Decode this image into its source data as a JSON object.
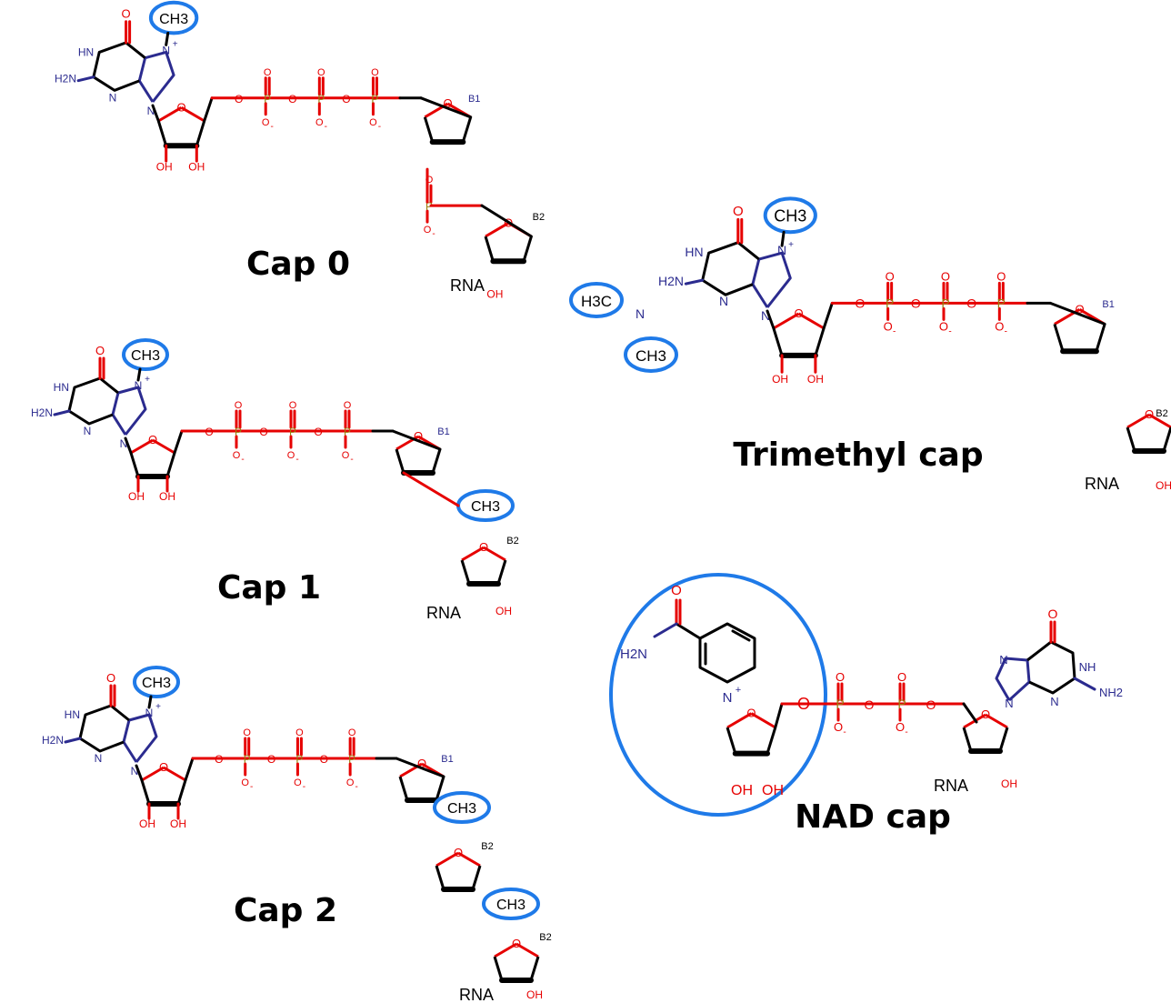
{
  "colors": {
    "bond": "#000000",
    "oxygen": "#e60000",
    "nitrogen": "#2b2b8f",
    "phosphorus": "#9a7d0a",
    "highlight": "#1f7ae8",
    "title": "#000000"
  },
  "atoms": {
    "O": "O",
    "OH": "OH",
    "HN": "HN",
    "NH": "NH",
    "N": "N",
    "Nplus": "N",
    "H2N": "H2N",
    "NH2": "NH2",
    "P": "P",
    "CH3": "CH3",
    "H3C": "H3C",
    "RNA": "RNA",
    "B1": "B1",
    "B2": "B2",
    "plus": "+",
    "minus": "-"
  },
  "structures": [
    {
      "title": "Cap 0"
    },
    {
      "title": "Cap 1"
    },
    {
      "title": "Cap 2"
    },
    {
      "title": "Trimethyl cap"
    },
    {
      "title": "NAD cap"
    }
  ]
}
